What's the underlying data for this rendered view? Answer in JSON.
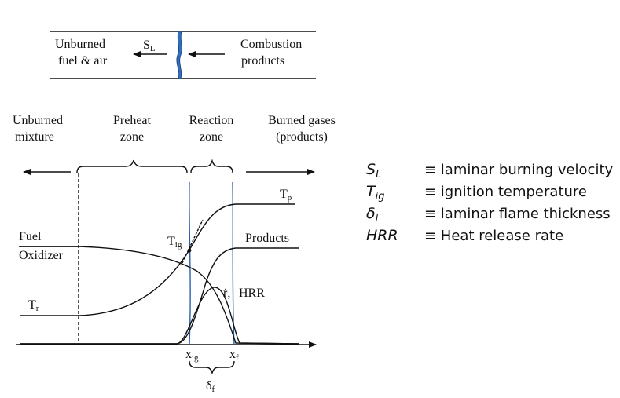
{
  "tube": {
    "unburned_line1": "Unburned",
    "unburned_line2": "fuel & air",
    "flame_speed_main": "S",
    "flame_speed_sub": "L",
    "products_line1": "Combustion",
    "products_line2": "products"
  },
  "zones": {
    "unburned_line1": "Unburned",
    "unburned_line2": "mixture",
    "preheat_line1": "Preheat",
    "preheat_line2": "zone",
    "reaction_line1": "Reaction",
    "reaction_line2": "zone",
    "burned_line1": "Burned gases",
    "burned_line2": "(products)"
  },
  "curves": {
    "fuel": "Fuel",
    "oxidizer": "Oxidizer",
    "tr_main": "T",
    "tr_sub": "r",
    "tp_main": "T",
    "tp_sub": "p",
    "tig_main": "T",
    "tig_sub": "ig",
    "products": "Products",
    "rdot": "ṙ,",
    "hrr": "HRR",
    "xig_main": "x",
    "xig_sub": "ig",
    "xf_main": "x",
    "xf_sub": "f",
    "delta_main": "δ",
    "delta_sub": "f"
  },
  "legend": [
    {
      "sym_main": "S",
      "sym_sub": "L",
      "desc": "≡ laminar burning velocity"
    },
    {
      "sym_main": "T",
      "sym_sub": "ig",
      "desc": "≡ ignition temperature"
    },
    {
      "sym_main": "δ",
      "sym_sub": "l",
      "desc": "≡ laminar flame thickness"
    },
    {
      "sym_main": "HRR",
      "sym_sub": "",
      "desc": "≡ Heat release rate"
    }
  ],
  "colors": {
    "flame": "#2f6fc0",
    "reaction_lines": "#2f5ea8",
    "ink": "#111111"
  }
}
